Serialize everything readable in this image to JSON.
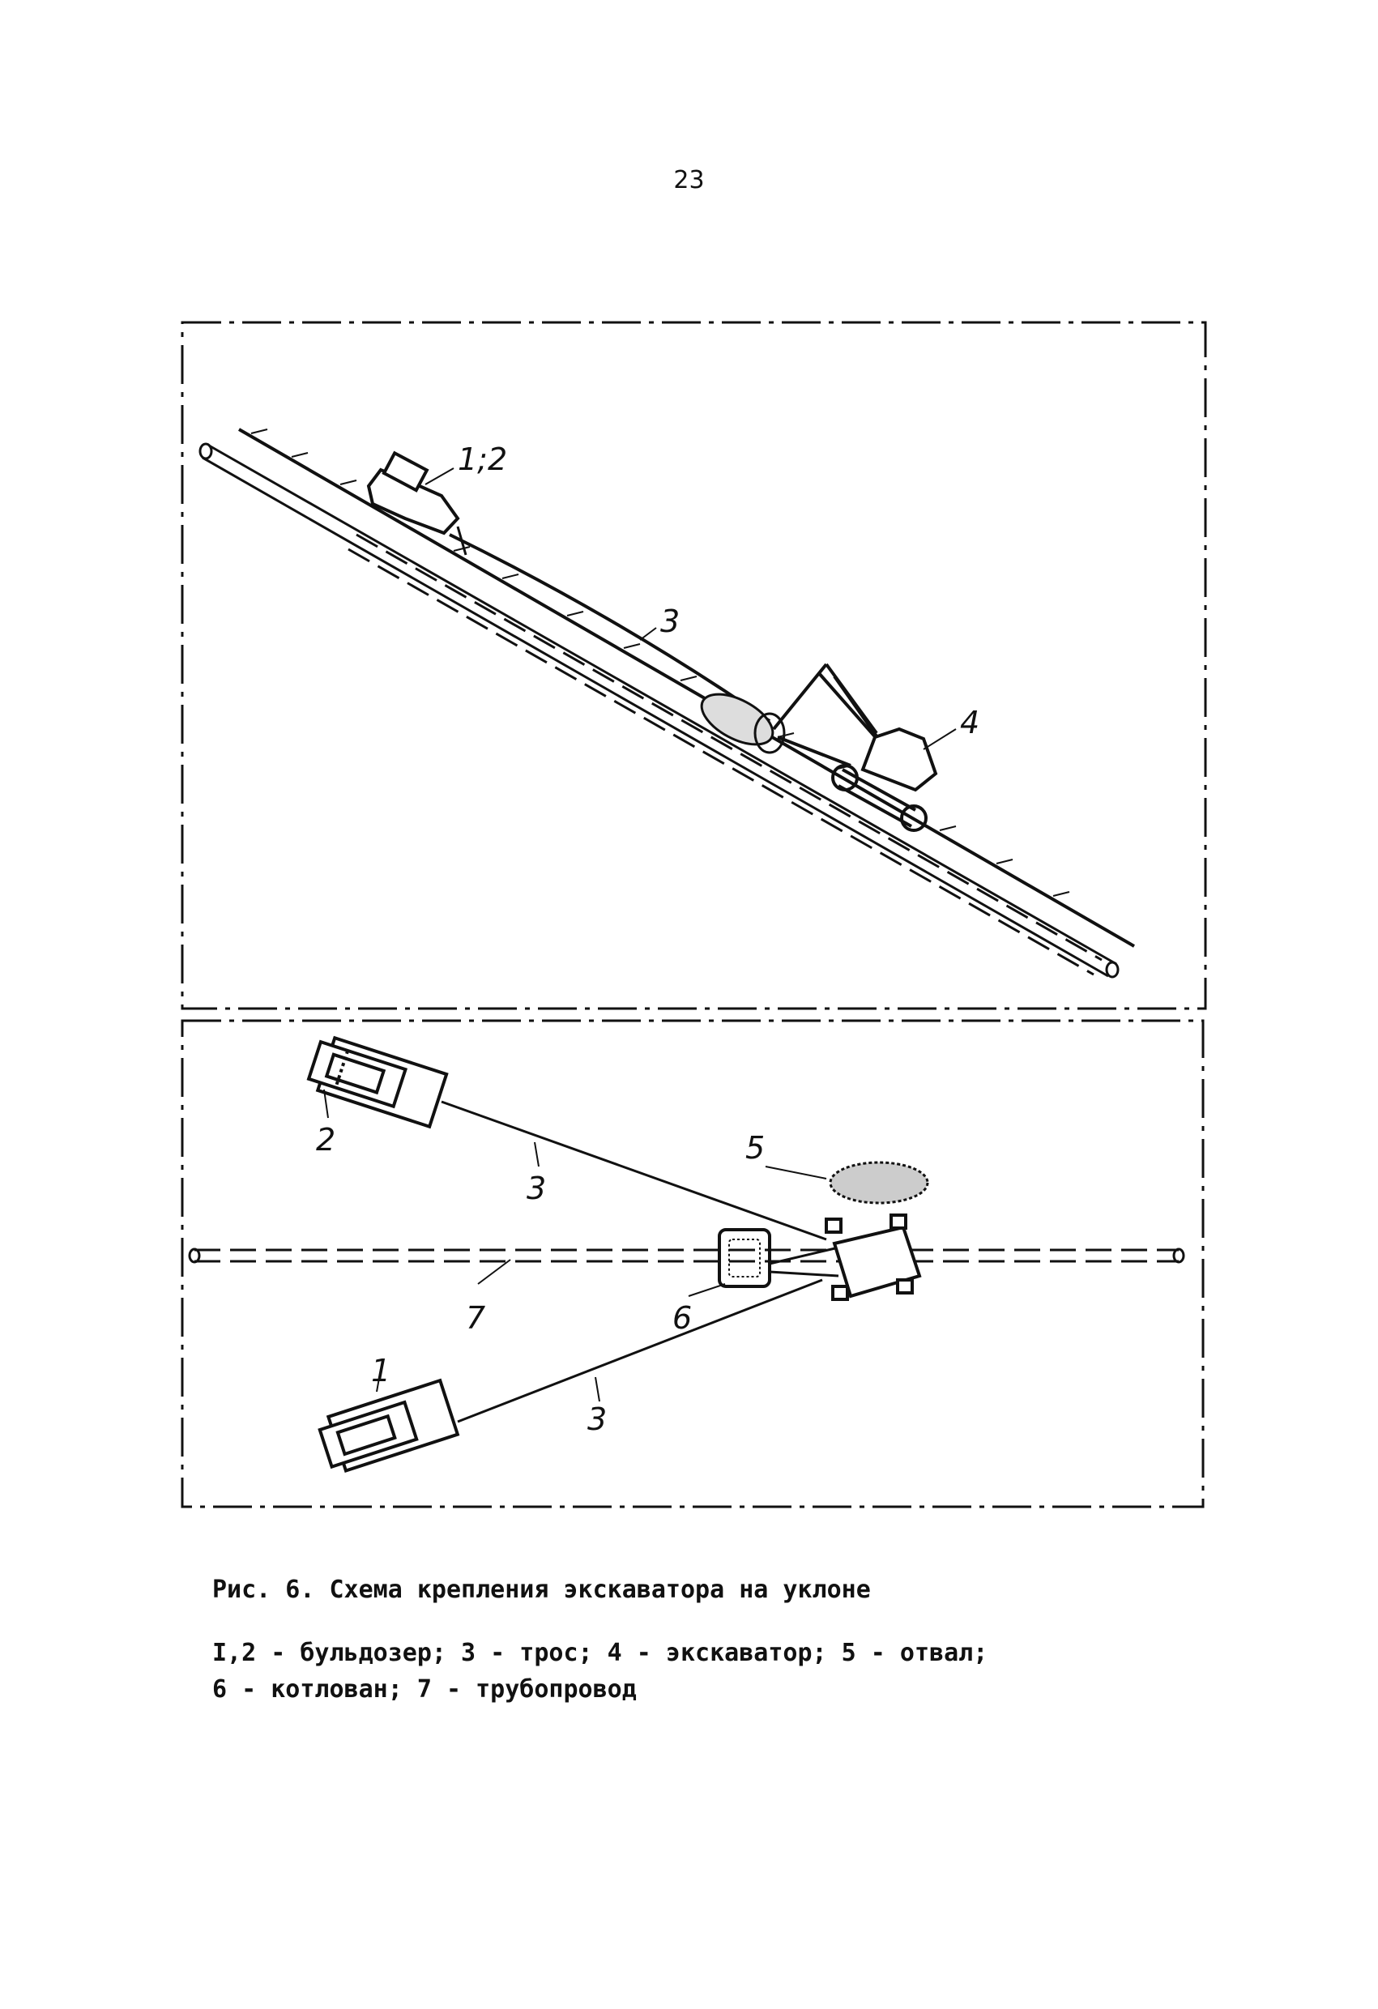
{
  "page_number": "23",
  "labels": {
    "dozer_side": "1;2",
    "cable_side": "3",
    "excavator_side": "4",
    "dozer_top_2": "2",
    "cable_top_upper": "3",
    "spoil_top": "5",
    "pipeline_top": "7",
    "pit_top": "6",
    "dozer_top_1": "1",
    "cable_top_lower": "3"
  },
  "caption": "Рис. 6. Схема крепления экскаватора на уклоне",
  "legend": {
    "line1": "I,2 - бульдозер; 3 - трос; 4 - экскаватор; 5 - отвал;",
    "line2": "6 - котлован; 7 - трубопровод"
  }
}
